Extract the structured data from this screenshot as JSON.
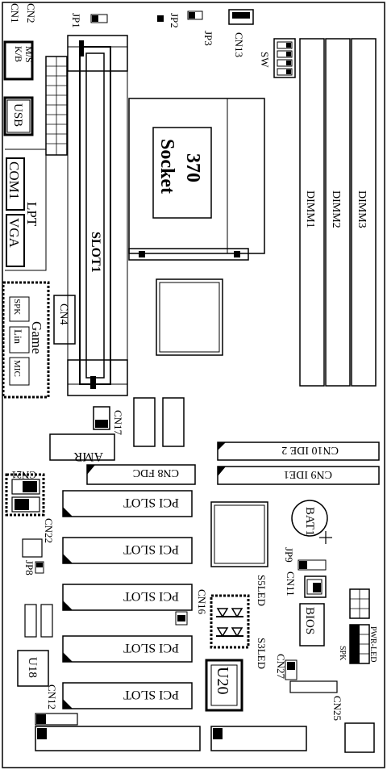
{
  "board": {
    "connectors": {
      "cn1": "CN1",
      "cn2": "CN2",
      "kb_ms": [
        "K/B",
        "M/S"
      ],
      "usb": "USB",
      "com1": "COM1",
      "lpt": "LPT",
      "vga": "VGA",
      "spk": "SPK",
      "line": "Lin",
      "mic": "MIC",
      "game": "Game",
      "cn4": "CN4",
      "cn17": "CN17",
      "cn21": "CN21",
      "cn22": "CN22",
      "cn13": "CN13",
      "cn11": "CN11",
      "cn12": "CN12",
      "cn16": "CN16",
      "cn27": "CN27",
      "cn25": "CN25",
      "cn8_fdc": "CN8 FDC",
      "cn9_ide1": "CN9 IDE1",
      "cn10_ide2": "CN10 IDE 2"
    },
    "jumpers": {
      "jp1": "JP1",
      "jp2": "JP2",
      "jp3": "JP3",
      "jp8": "JP8",
      "jp9": "JP9",
      "sw": "SW"
    },
    "slot1": "SLOT1",
    "socket": [
      "Socket",
      "370"
    ],
    "dimm": [
      "DIMM1",
      "DIMM2",
      "DIMM3"
    ],
    "amr": "AMR",
    "pci_slot": "PCI SLOT",
    "bat1": "BAT1",
    "bios": "BIOS",
    "u18": "U18",
    "u20": "U20",
    "leds": {
      "s3": "S3LED",
      "s5": "S5LED"
    },
    "spk_pin": "SPK",
    "pwr_led": "PWR-LED"
  }
}
